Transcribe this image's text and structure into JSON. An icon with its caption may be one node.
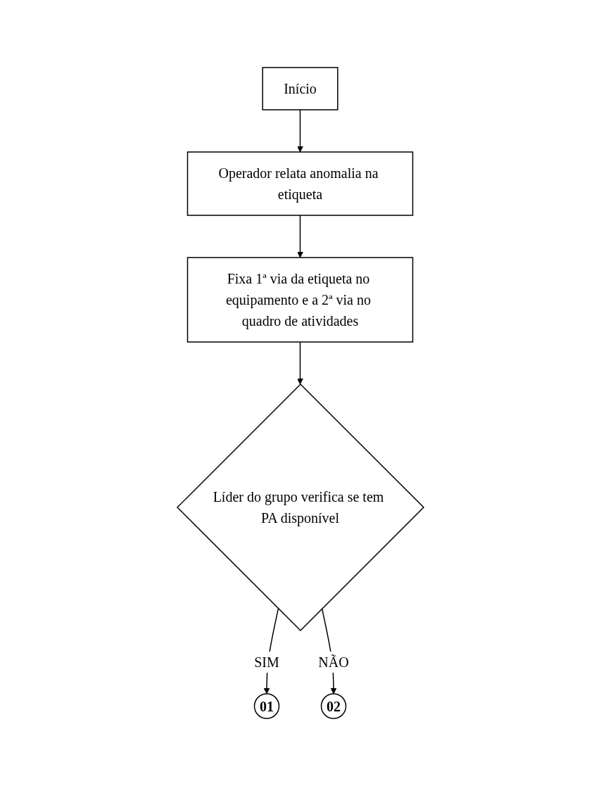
{
  "diagram": {
    "nodes": [
      {
        "text": [
          "Início"
        ]
      },
      {
        "text": [
          "Operador relata anomalia na etiqueta"
        ]
      },
      {
        "text": [
          "Fixa 1ª via da etiqueta no equipamento e a 2ª via no quadro de atividades"
        ]
      },
      {
        "text": [
          "Líder do grupo verifica se tem PA disponível"
        ]
      },
      {
        "text": [
          "01"
        ]
      },
      {
        "text": [
          "02"
        ]
      }
    ],
    "edges": [
      {
        "from": 0,
        "to": 1,
        "arrow": "to"
      },
      {
        "from": 1,
        "to": 2,
        "arrow": "to"
      },
      {
        "from": 2,
        "to": 3,
        "arrow": "to"
      },
      {
        "from": 3,
        "to": 4,
        "arrow": "to",
        "label": "SIM"
      },
      {
        "from": 3,
        "to": 5,
        "arrow": "to",
        "label": "NÃO"
      }
    ]
  }
}
